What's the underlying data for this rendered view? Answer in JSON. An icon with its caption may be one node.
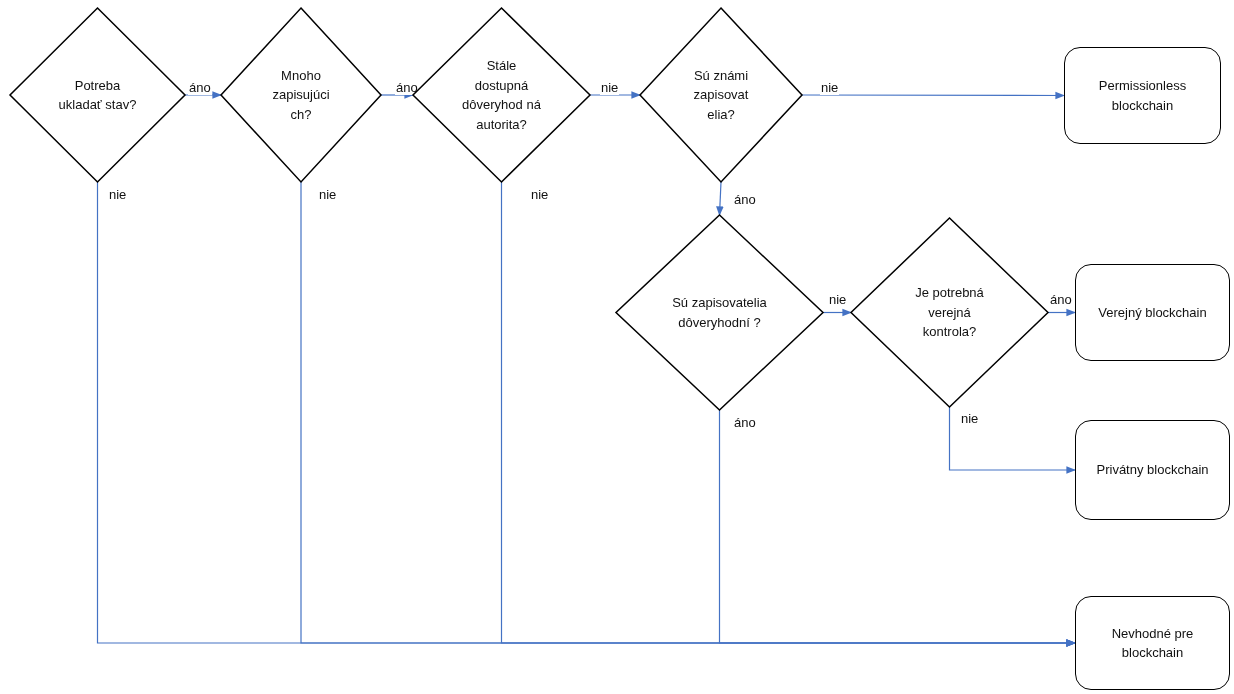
{
  "diagram": {
    "nodes": [
      {
        "text": [
          "Potreba ukladať stav?"
        ]
      },
      {
        "text": [
          "Mnoho zapisujúci ch?"
        ]
      },
      {
        "text": [
          "Stále dostupná dôveryhod ná autorita?"
        ]
      },
      {
        "text": [
          "Sú známi zapisovat elia?"
        ]
      },
      {
        "text": [
          "Permissionless blockchain"
        ]
      },
      {
        "text": [
          "Sú zapisovatelia dôveryhodní ?"
        ]
      },
      {
        "text": [
          "Je potrebná verejná kontrola?"
        ]
      },
      {
        "text": [
          "Verejný blockchain"
        ]
      },
      {
        "text": [
          "Privátny blockchain"
        ]
      },
      {
        "text": [
          "Nevhodné pre blockchain"
        ]
      }
    ],
    "edges": [
      {
        "from": 0,
        "to": 1,
        "arrow": "to",
        "label": "áno"
      },
      {
        "from": 1,
        "to": 2,
        "arrow": "to",
        "label": "áno"
      },
      {
        "from": 2,
        "to": 3,
        "arrow": "to",
        "label": "nie"
      },
      {
        "from": 3,
        "to": 4,
        "arrow": "to",
        "label": "nie"
      },
      {
        "from": 3,
        "to": 5,
        "arrow": "to",
        "label": "áno"
      },
      {
        "from": 5,
        "to": 6,
        "arrow": "to",
        "label": "nie"
      },
      {
        "from": 6,
        "to": 7,
        "arrow": "to",
        "label": "áno"
      },
      {
        "from": 6,
        "to": 8,
        "arrow": "to",
        "label": "nie"
      },
      {
        "from": 0,
        "to": 9,
        "arrow": "to",
        "label": "nie"
      },
      {
        "from": 1,
        "to": 9,
        "arrow": "to",
        "label": "nie"
      },
      {
        "from": 2,
        "to": 9,
        "arrow": "to",
        "label": "nie"
      },
      {
        "from": 5,
        "to": 9,
        "arrow": "to",
        "label": "áno"
      }
    ]
  }
}
